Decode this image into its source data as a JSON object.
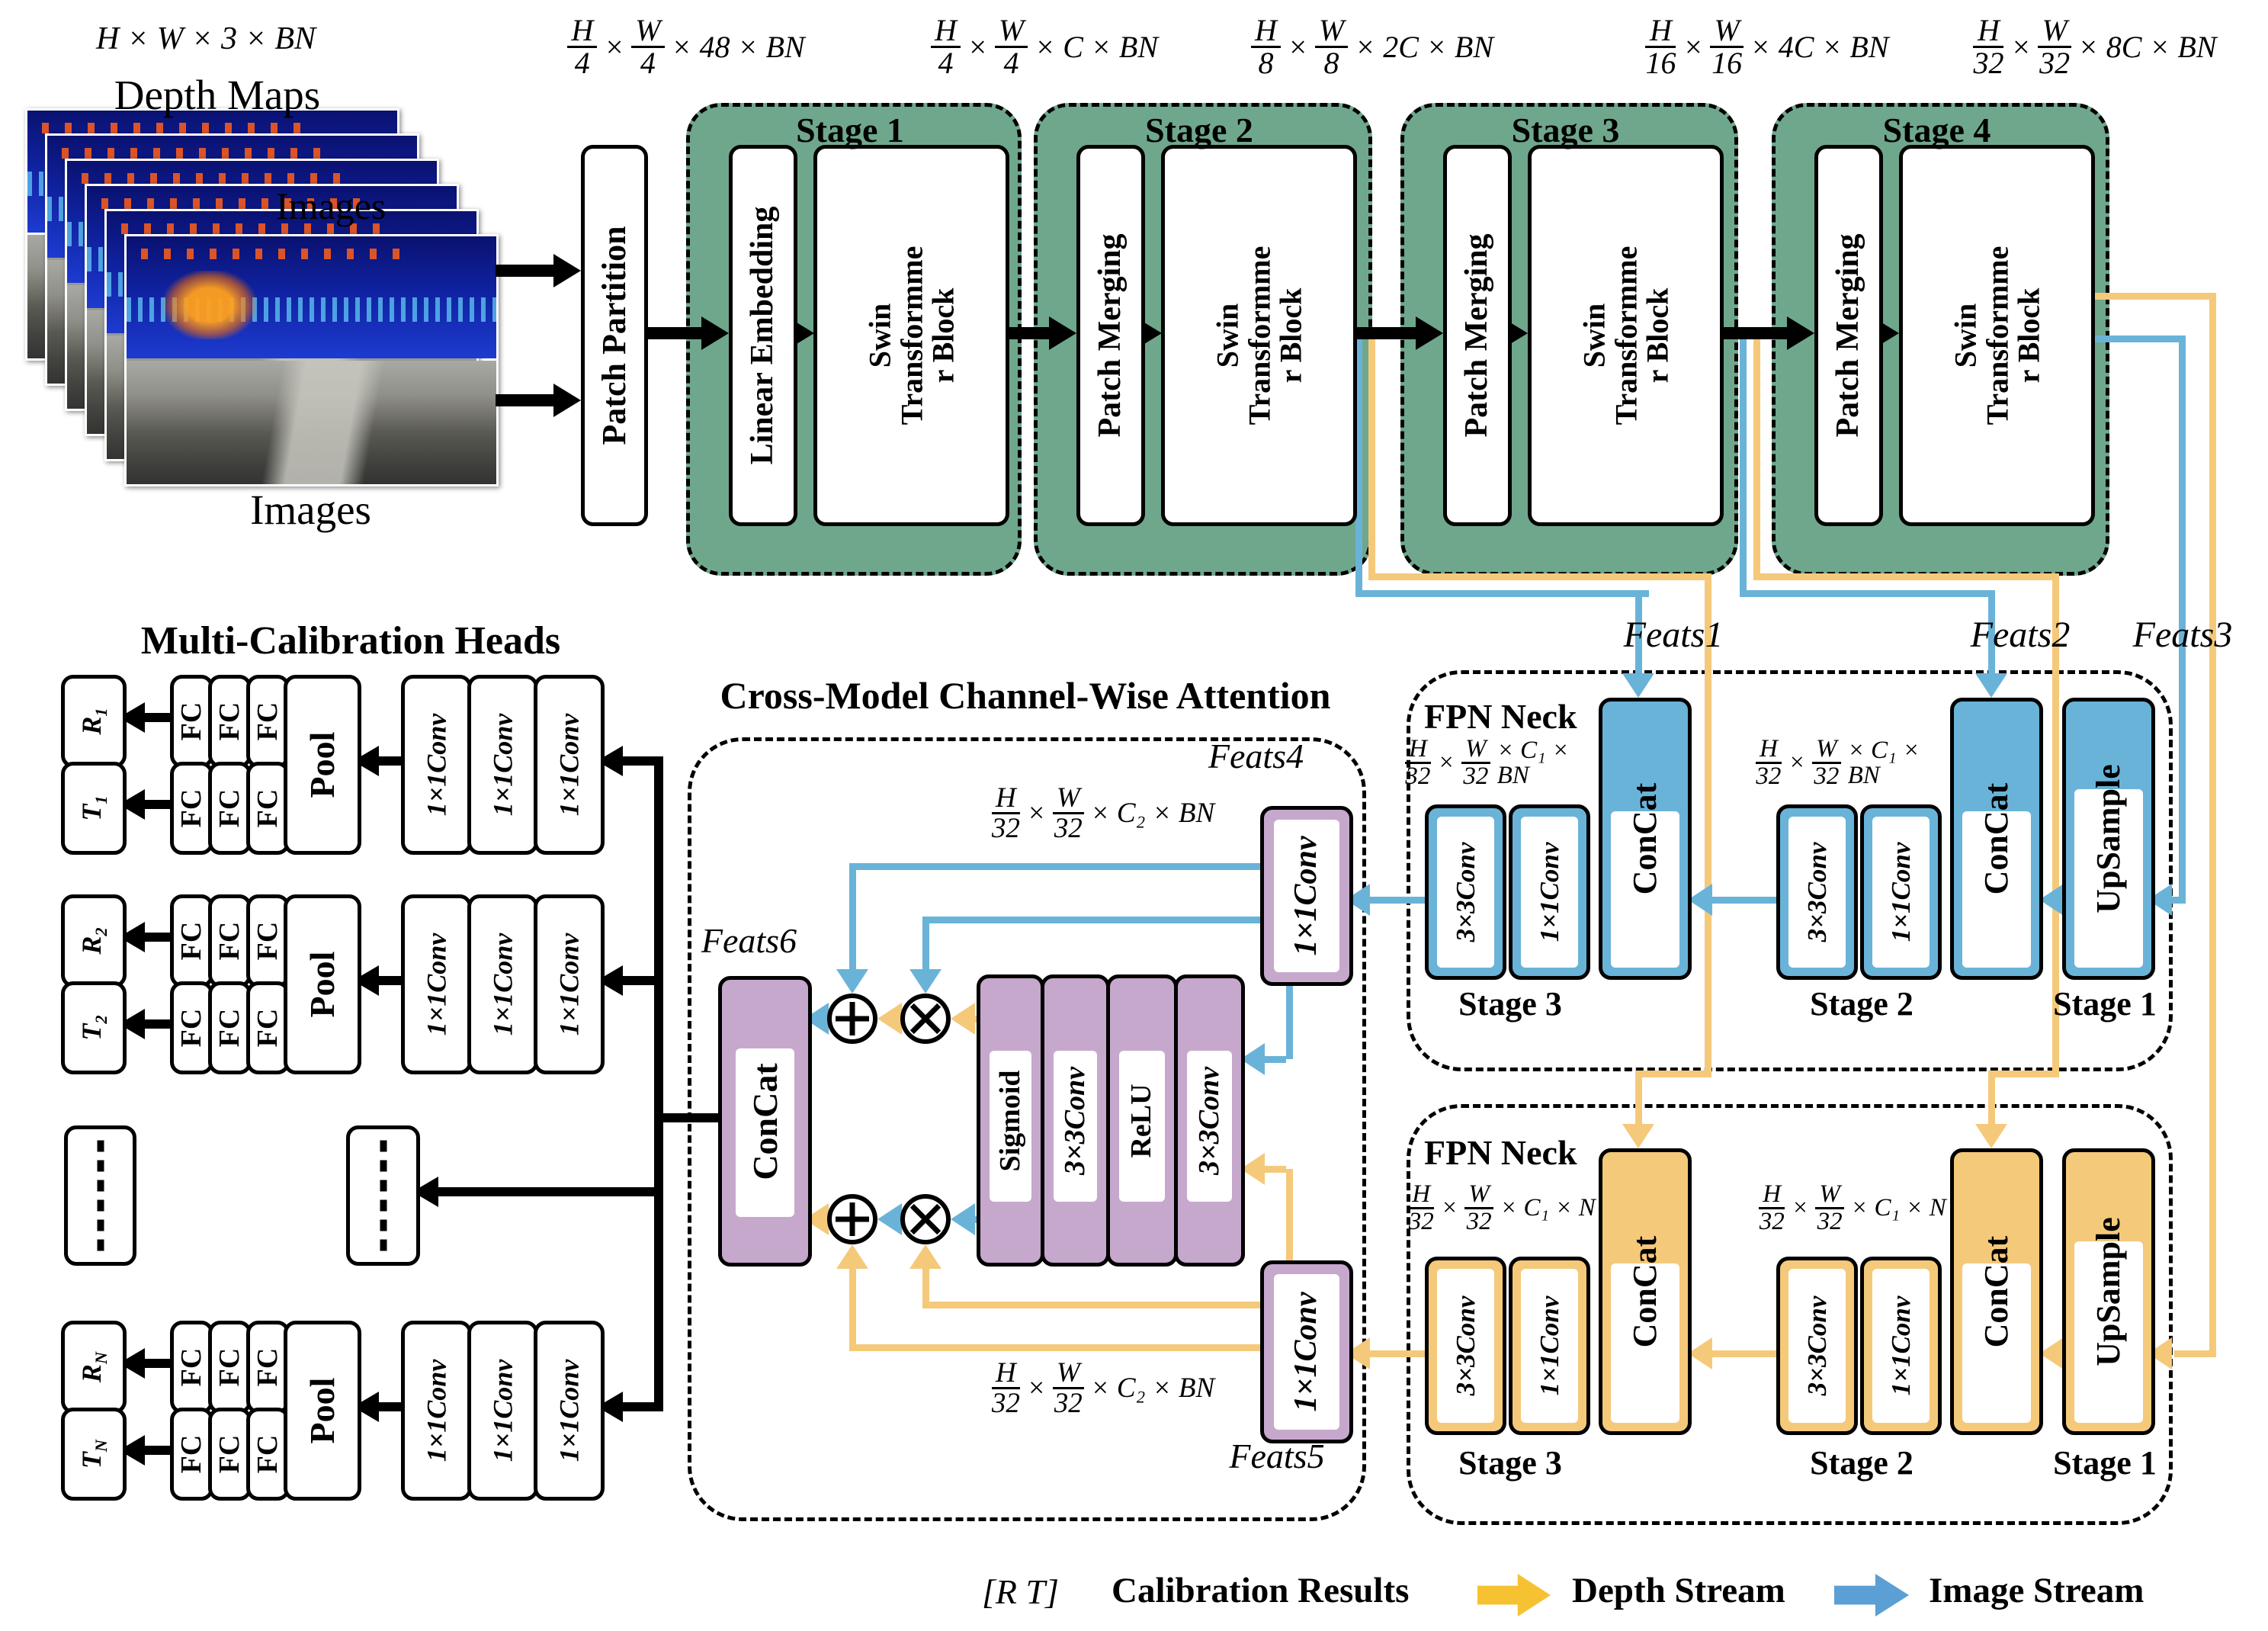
{
  "colors": {
    "green": "#6fa78c",
    "blue": "#6ab3d8",
    "yellow": "#f5c97a",
    "purple": "#c6a8cd",
    "legend_yellow": "#f6c231",
    "legend_blue": "#5b9fd4"
  },
  "input": {
    "dim": [
      {
        "t": "H × W × 3 × BN"
      }
    ],
    "depth_maps_label": "Depth Maps",
    "images_overlay_label": "Images",
    "images_caption": "Images"
  },
  "backbone": {
    "patch_partition": "Patch Partition",
    "swin_block": "Swin\nTransformme\nr Block",
    "stages": [
      {
        "title": "Stage 1",
        "first": "Linear Embedding"
      },
      {
        "title": "Stage 2",
        "first": "Patch Merging"
      },
      {
        "title": "Stage 3",
        "first": "Patch Merging"
      },
      {
        "title": "Stage 4",
        "first": "Patch Merging"
      }
    ],
    "dims": [
      [
        {
          "f": [
            "H",
            "4"
          ]
        },
        {
          "t": "×"
        },
        {
          "f": [
            "W",
            "4"
          ]
        },
        {
          "t": "× 48 × BN"
        }
      ],
      [
        {
          "f": [
            "H",
            "4"
          ]
        },
        {
          "t": "×"
        },
        {
          "f": [
            "W",
            "4"
          ]
        },
        {
          "t": "× C × BN"
        }
      ],
      [
        {
          "f": [
            "H",
            "8"
          ]
        },
        {
          "t": "×"
        },
        {
          "f": [
            "W",
            "8"
          ]
        },
        {
          "t": "× 2C × BN"
        }
      ],
      [
        {
          "f": [
            "H",
            "16"
          ]
        },
        {
          "t": "×"
        },
        {
          "f": [
            "W",
            "16"
          ]
        },
        {
          "t": "× 4C × BN"
        }
      ],
      [
        {
          "f": [
            "H",
            "32"
          ]
        },
        {
          "t": "×"
        },
        {
          "f": [
            "W",
            "32"
          ]
        },
        {
          "t": "× 8C × BN"
        }
      ]
    ]
  },
  "feats": {
    "f1": "Feats1",
    "f2": "Feats2",
    "f3": "Feats3",
    "f4": "Feats4",
    "f5": "Feats5",
    "f6": "Feats6"
  },
  "fpn": {
    "title": "FPN Neck",
    "conv3": "3×3Conv",
    "conv1": "1×1Conv",
    "concat": "ConCat",
    "upsample": "UpSample",
    "stage_labels": [
      "Stage 3",
      "Stage 2",
      "Stage 1"
    ],
    "blue_dim": [
      {
        "f": [
          "H",
          "32"
        ]
      },
      {
        "t": "×"
      },
      {
        "f": [
          "W",
          "32"
        ]
      },
      {
        "t": "× C₁ × BN"
      }
    ],
    "yellow_dim": [
      {
        "f": [
          "H",
          "32"
        ]
      },
      {
        "t": "×"
      },
      {
        "f": [
          "W",
          "32"
        ]
      },
      {
        "t": "× C₁ × N"
      }
    ]
  },
  "attention": {
    "title": "Cross-Model Channel-Wise Attention",
    "conv1x1": "1×1Conv",
    "concat": "ConCat",
    "chain": [
      "Sigmoid",
      "3×3Conv",
      "ReLU",
      "3×3Conv"
    ],
    "dim": [
      {
        "f": [
          "H",
          "32"
        ]
      },
      {
        "t": "×"
      },
      {
        "f": [
          "W",
          "32"
        ]
      },
      {
        "t": "× C₂ × BN"
      }
    ],
    "ops": {
      "add": "plus-circle",
      "multiply": "times-circle"
    }
  },
  "heads": {
    "title": "Multi-Calibration Heads",
    "fc": "FC",
    "pool": "Pool",
    "conv1x1": "1×1Conv",
    "rows": [
      {
        "r": "R",
        "r_sub": "1",
        "t": "T",
        "t_sub": "1"
      },
      {
        "r": "R",
        "r_sub": "2",
        "t": "T",
        "t_sub": "2"
      },
      {
        "r": "R",
        "r_sub": "N",
        "t": "T",
        "t_sub": "N"
      }
    ]
  },
  "legend": {
    "rt": "[R  T]",
    "calibration": "Calibration Results",
    "depth_stream": "Depth Stream",
    "image_stream": "Image Stream"
  }
}
